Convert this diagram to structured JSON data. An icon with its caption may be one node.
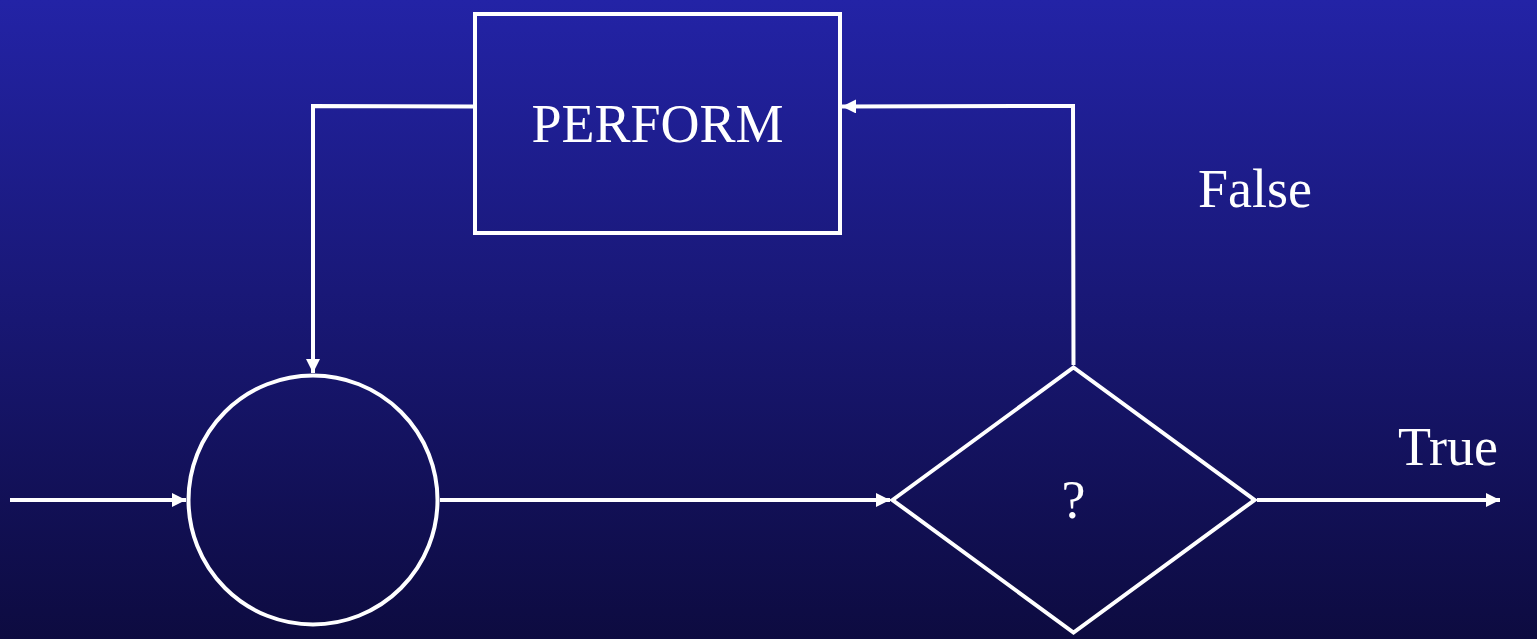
{
  "diagram": {
    "nodes": [
      {
        "text": [
          "PERFORM"
        ]
      },
      {
        "text": [],
        "shape": "circle"
      },
      {
        "text": [
          "?"
        ]
      }
    ],
    "edges": [
      {
        "from": null,
        "to": 1,
        "arrow": "to"
      },
      {
        "from": 1,
        "to": 2,
        "arrow": "to"
      },
      {
        "from": 2,
        "to": 0,
        "arrow": "to",
        "label": "False"
      },
      {
        "from": 0,
        "to": 1,
        "arrow": "to"
      },
      {
        "from": 2,
        "to": null,
        "arrow": "to",
        "label": "True"
      }
    ]
  }
}
